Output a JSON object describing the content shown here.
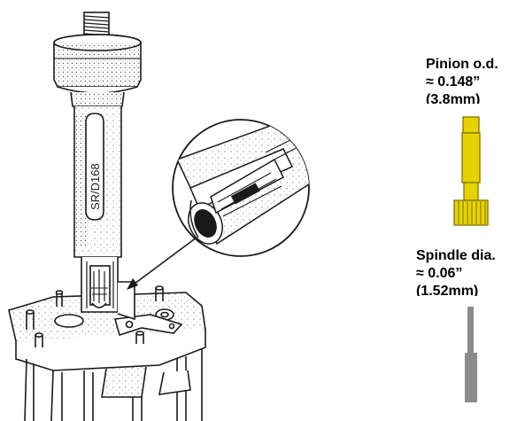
{
  "illustration": {
    "tool_marking": "SR/D168",
    "colors": {
      "line": "#1a1a1a",
      "pinion": "#e6d200",
      "pinion_outline": "#8a7d00",
      "spindle": "#8c8c8c"
    }
  },
  "annotations": {
    "pinion": {
      "heading": "Pinion o.d.",
      "approx": "≈ 0.148”",
      "metric": "(3.8mm)"
    },
    "spindle": {
      "heading": "Spindle dia.",
      "approx": "≈ 0.06”",
      "metric": "(1.52mm)"
    }
  }
}
